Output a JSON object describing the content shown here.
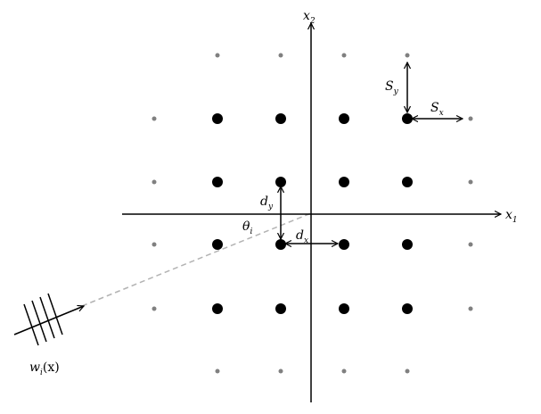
{
  "diagram": {
    "axes": {
      "x_axis_label": "x",
      "x_axis_label_sub": "1",
      "y_axis_label": "x",
      "y_axis_label_sub": "2"
    },
    "annotations": {
      "spacing_y": {
        "main": "S",
        "sub": "y"
      },
      "spacing_x": {
        "main": "S",
        "sub": "x"
      },
      "offset_y": {
        "main": "d",
        "sub": "y"
      },
      "offset_x": {
        "main": "d",
        "sub": "x"
      },
      "angle": {
        "main": "θ",
        "sub": "i"
      },
      "wave": {
        "text": "w",
        "sub": "i",
        "arg": "(x)"
      }
    },
    "lattice": {
      "large_dot_rows": 4,
      "large_dot_cols": 4,
      "small_dot_ring": true
    },
    "colors": {
      "axis": "#000000",
      "large_dot": "#000000",
      "small_dot": "#808080",
      "incident_ray": "#b3b3b3"
    }
  }
}
